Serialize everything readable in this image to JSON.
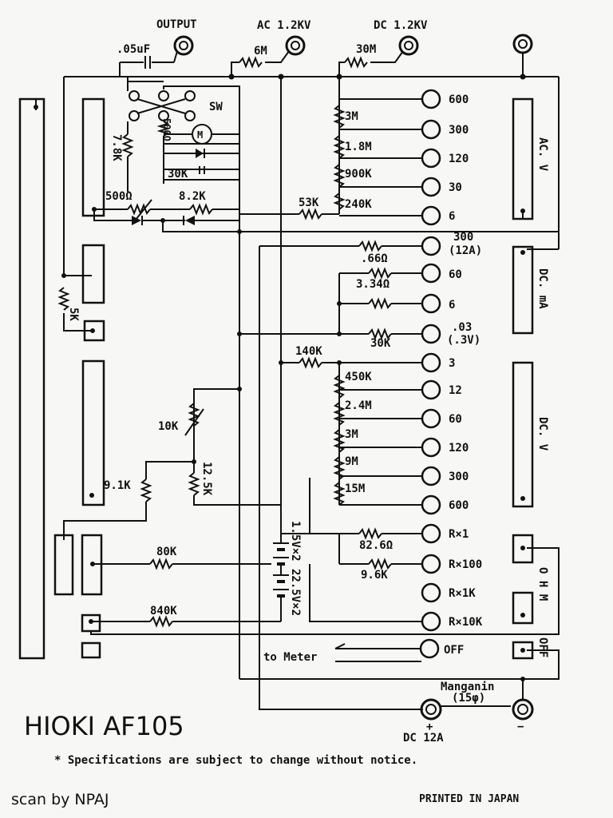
{
  "header": {
    "output": "OUTPUT",
    "ac_hv": "AC 1.2KV",
    "dc_hv": "DC 1.2KV",
    "cap_out": ".05uF",
    "res_6m": "6M",
    "res_30m": "30M"
  },
  "switch_block": {
    "sw": "SW",
    "pot_500": "500Ω",
    "meter": "M",
    "r_7_8k": "7.8K",
    "r_30k": "30K",
    "pot_500b": "500Ω",
    "r_8_2k": "8.2K",
    "r_5k": "5K",
    "r_10k": "10K",
    "r_12_5k": "12.5K",
    "r_9_1k": "9.1K",
    "r_80k": "80K",
    "r_840k": "840K"
  },
  "ac_v": {
    "label": "AC. V",
    "r_53k": "53K",
    "resistors": [
      "3M",
      "1.8M",
      "900K",
      "240K"
    ],
    "ranges": [
      "600",
      "300",
      "120",
      "30",
      "6"
    ]
  },
  "dc_ma": {
    "label": "DC. mA",
    "resistors": [
      ".66Ω",
      "3.34Ω",
      "30K"
    ],
    "ranges": [
      "300",
      "60",
      "6",
      ".03"
    ],
    "notes": [
      "(12A)",
      "(.3V)"
    ]
  },
  "dc_v": {
    "label": "DC. V",
    "r_140k": "140K",
    "resistors": [
      "450K",
      "2.4M",
      "3M",
      "9M",
      "15M"
    ],
    "ranges": [
      "3",
      "12",
      "60",
      "120",
      "300",
      "600"
    ]
  },
  "ohm": {
    "label": "O H M",
    "resistors": [
      "82.6Ω",
      "9.6K"
    ],
    "ranges": [
      "R×1",
      "R×100",
      "R×1K",
      "R×10K"
    ],
    "batteries": [
      "1.5V×2",
      "22.5V×2"
    ]
  },
  "off": {
    "label": "OFF",
    "range": "OFF",
    "to_meter": "to Meter"
  },
  "shunt": {
    "manganin": "Manganin",
    "shunt_value": "(15φ)",
    "plus": "+",
    "minus": "−",
    "dc12a": "DC 12A"
  },
  "footer": {
    "model": "HIOKI AF105",
    "spec_note": "* Specifications are subject to change without notice.",
    "scan_credit": "scan by NPAJ",
    "printed": "PRINTED IN JAPAN"
  }
}
